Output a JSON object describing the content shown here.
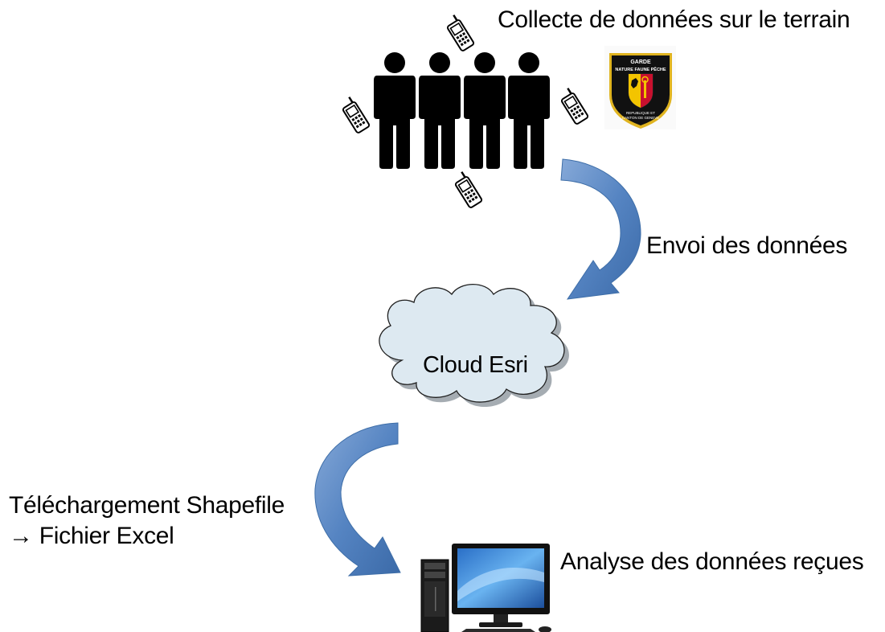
{
  "labels": {
    "collect": "Collecte de données sur le terrain",
    "send": "Envoi des données",
    "cloud": "Cloud Esri",
    "download": "Téléchargement Shapefile",
    "excel": "→ Fichier Excel",
    "analysis": "Analyse des données reçues"
  },
  "badge": {
    "top_text": "GARDE",
    "arc_text": "NATURE FAUNE PÊCHE",
    "bottom_text_1": "REPUBLIQUE ET",
    "bottom_text_2": "CANTON DE GENEVE"
  },
  "colors": {
    "arrow": "#4f7fbf",
    "arrow_light": "#8db0de",
    "cloud_fill": "#dde9f1",
    "badge_gold": "#e0b420",
    "badge_bg": "#111111"
  },
  "icons": [
    "people-icon",
    "mobile-phone-icon",
    "cloud-icon",
    "computer-icon",
    "badge-logo"
  ]
}
